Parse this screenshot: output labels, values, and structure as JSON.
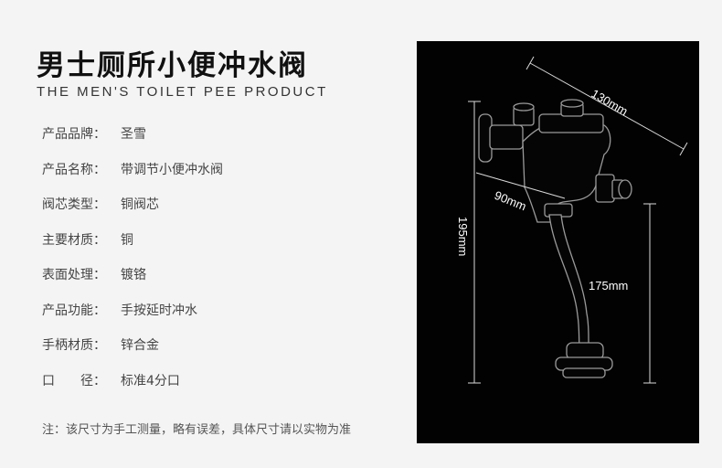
{
  "header": {
    "title": "男士厕所小便冲水阀",
    "subtitle": "THE MEN'S TOILET PEE PRODUCT"
  },
  "specs": [
    {
      "label": "产品品牌：",
      "value": "圣雪"
    },
    {
      "label": "产品名称：",
      "value": "带调节小便冲水阀"
    },
    {
      "label": "阀芯类型：",
      "value": "铜阀芯"
    },
    {
      "label": "主要材质：",
      "value": "铜"
    },
    {
      "label": "表面处理：",
      "value": "镀铬"
    },
    {
      "label": "产品功能：",
      "value": "手按延时冲水"
    },
    {
      "label": "手柄材质：",
      "value": "锌合金"
    },
    {
      "label": "口　　径：",
      "value": "标准4分口"
    }
  ],
  "note": "注：该尺寸为手工测量，略有误差，具体尺寸请以实物为准",
  "dimensions": {
    "width": "130mm",
    "depth": "90mm",
    "height": "195mm",
    "pipe_height": "175mm"
  },
  "colors": {
    "background": "#f4f4f4",
    "panel": "#020202",
    "title": "#111111",
    "text": "#444444"
  }
}
